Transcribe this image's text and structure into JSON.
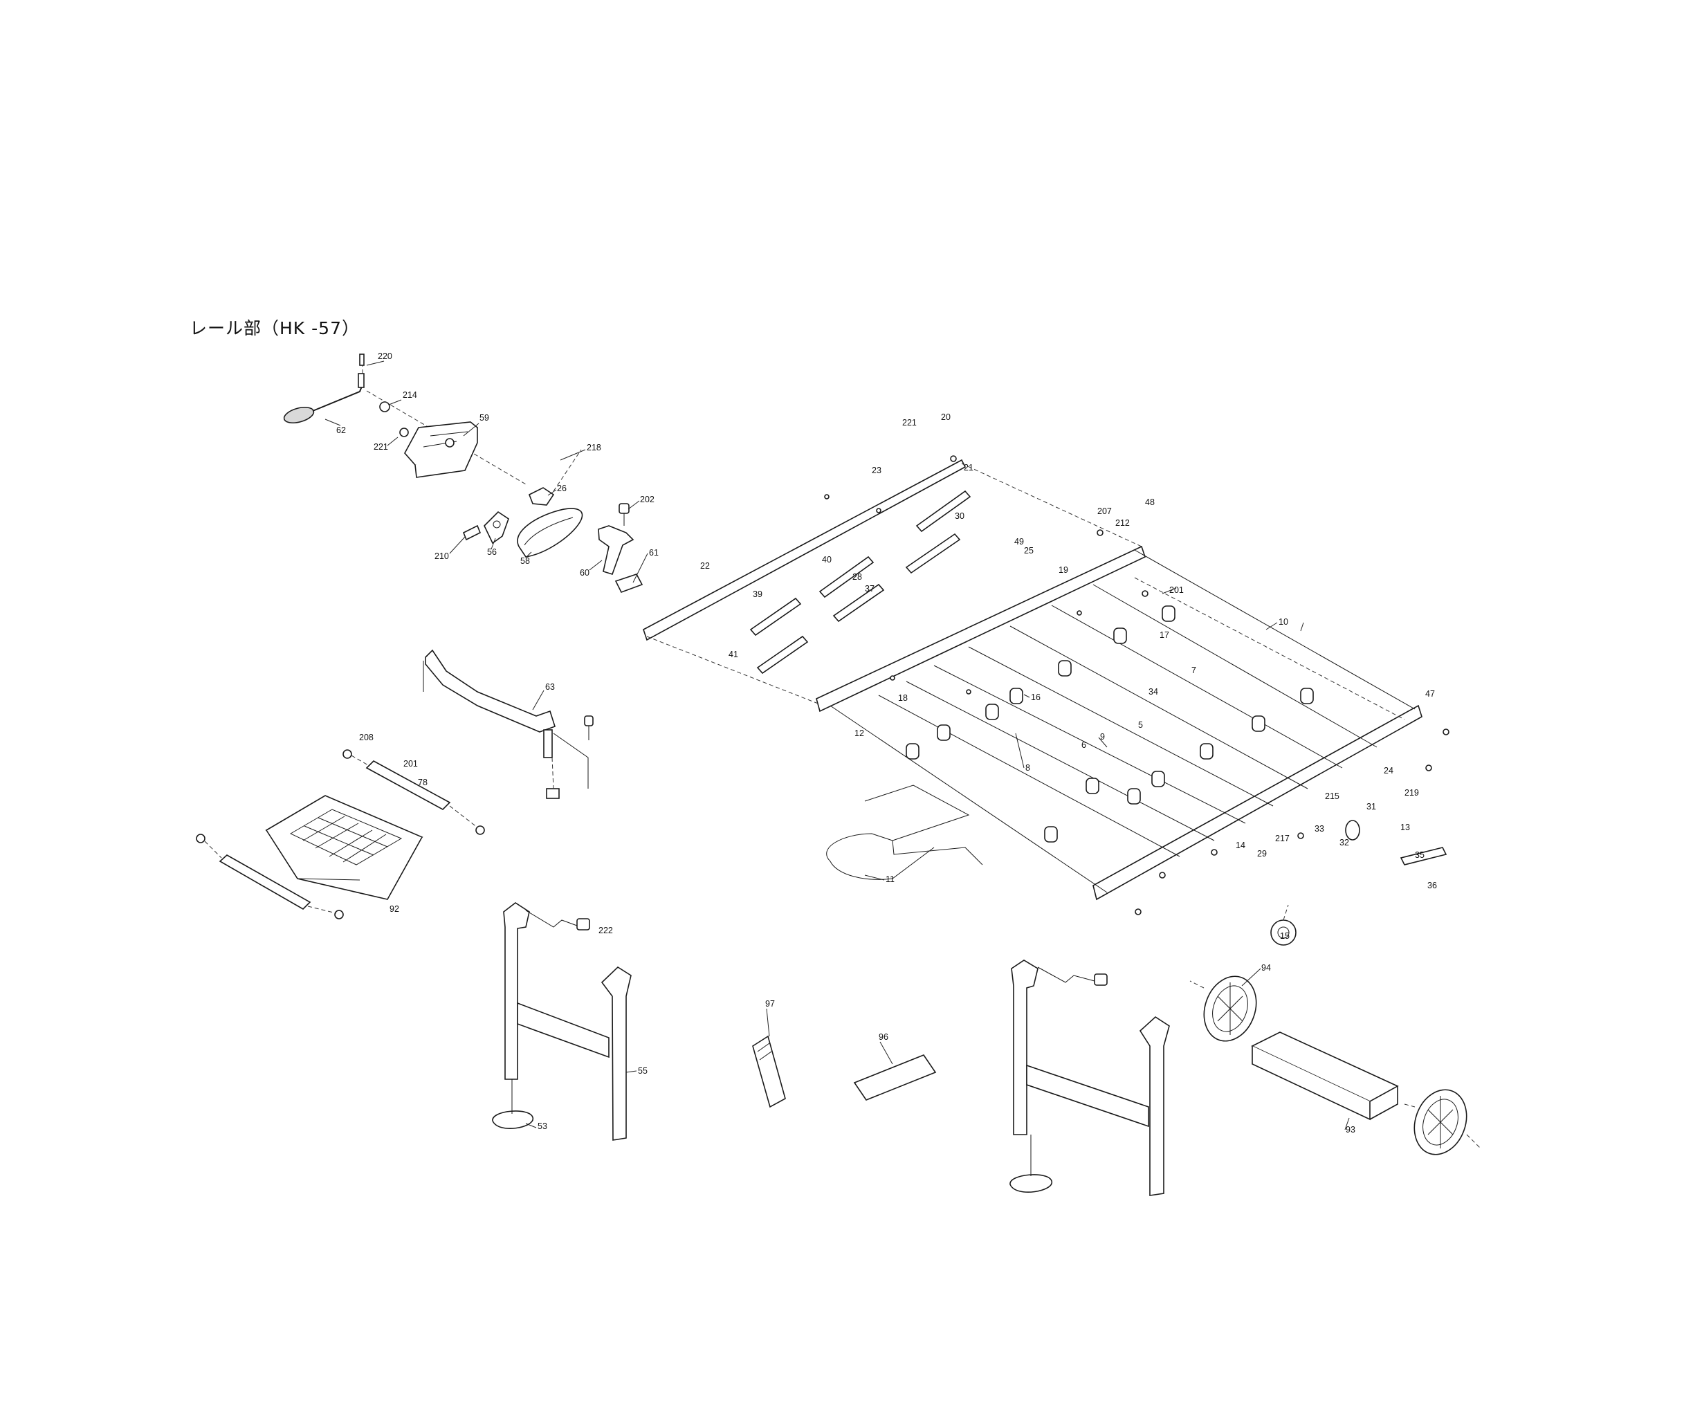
{
  "title": "レール部（HK -57）",
  "part_labels": [
    "220",
    "214",
    "221",
    "62",
    "59",
    "218",
    "26",
    "202",
    "210",
    "56",
    "58",
    "60",
    "61",
    "221",
    "20",
    "21",
    "23",
    "207",
    "212",
    "48",
    "201",
    "10",
    "7",
    "17",
    "16",
    "34",
    "9",
    "8",
    "6",
    "5",
    "47",
    "63",
    "201",
    "78",
    "208",
    "92",
    "222",
    "55",
    "53",
    "97",
    "96",
    "94",
    "93",
    "15",
    "36",
    "35",
    "13",
    "31",
    "32",
    "33",
    "215",
    "24",
    "219",
    "29",
    "14",
    "217",
    "11",
    "12",
    "18",
    "19",
    "25",
    "30",
    "40",
    "39",
    "41",
    "37",
    "28",
    "49",
    "22"
  ],
  "colors": {
    "line": "#1a1a1a",
    "background": "#ffffff",
    "text": "#111111"
  }
}
